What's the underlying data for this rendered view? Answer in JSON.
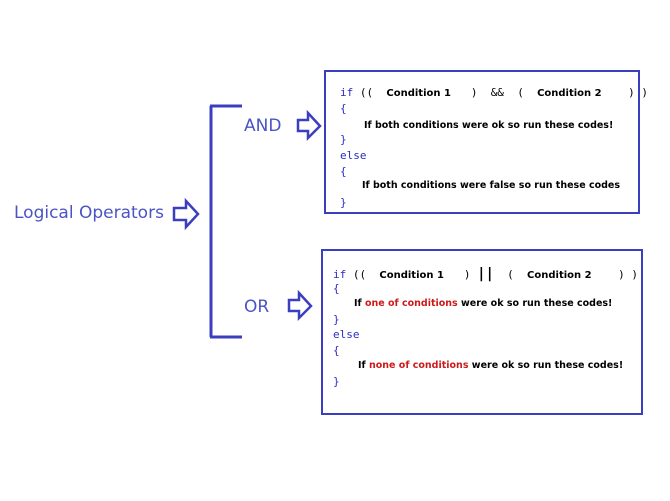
{
  "root": {
    "label": "Logical Operators"
  },
  "branches": [
    {
      "label": "AND",
      "code": {
        "if_kw": "if",
        "open": "((",
        "cond1": "Condition 1",
        "close1": ")",
        "operator": "&&",
        "open2": "(",
        "cond2": "Condition 2",
        "close2": ") )",
        "brace_open": "{",
        "brace_close": "}",
        "then_msg": "If both conditions were ok so run these codes!",
        "else_kw": "else",
        "else_brace_open": "{",
        "else_msg": "If both conditions were false so run these codes",
        "else_brace_close": "}"
      }
    },
    {
      "label": "OR",
      "code": {
        "if_kw": "if",
        "open": "((",
        "cond1": "Condition 1",
        "close1": ")",
        "operator": "||",
        "open2": "(",
        "cond2": "Condition 2",
        "close2": ") )",
        "brace_open": "{",
        "brace_close": "}",
        "then_msg_pre": "If",
        "then_msg_hl": "one of conditions",
        "then_msg_post": "were ok so run these codes!",
        "else_kw": "else",
        "else_brace_open": "{",
        "else_msg_pre": "If",
        "else_msg_hl": "none of conditions",
        "else_msg_post": "were ok so run these codes!",
        "else_brace_close": "}"
      }
    }
  ],
  "colors": {
    "accent": "#4a54c4",
    "box_border": "#3b3fbf",
    "highlight": "#cc1a1a"
  }
}
